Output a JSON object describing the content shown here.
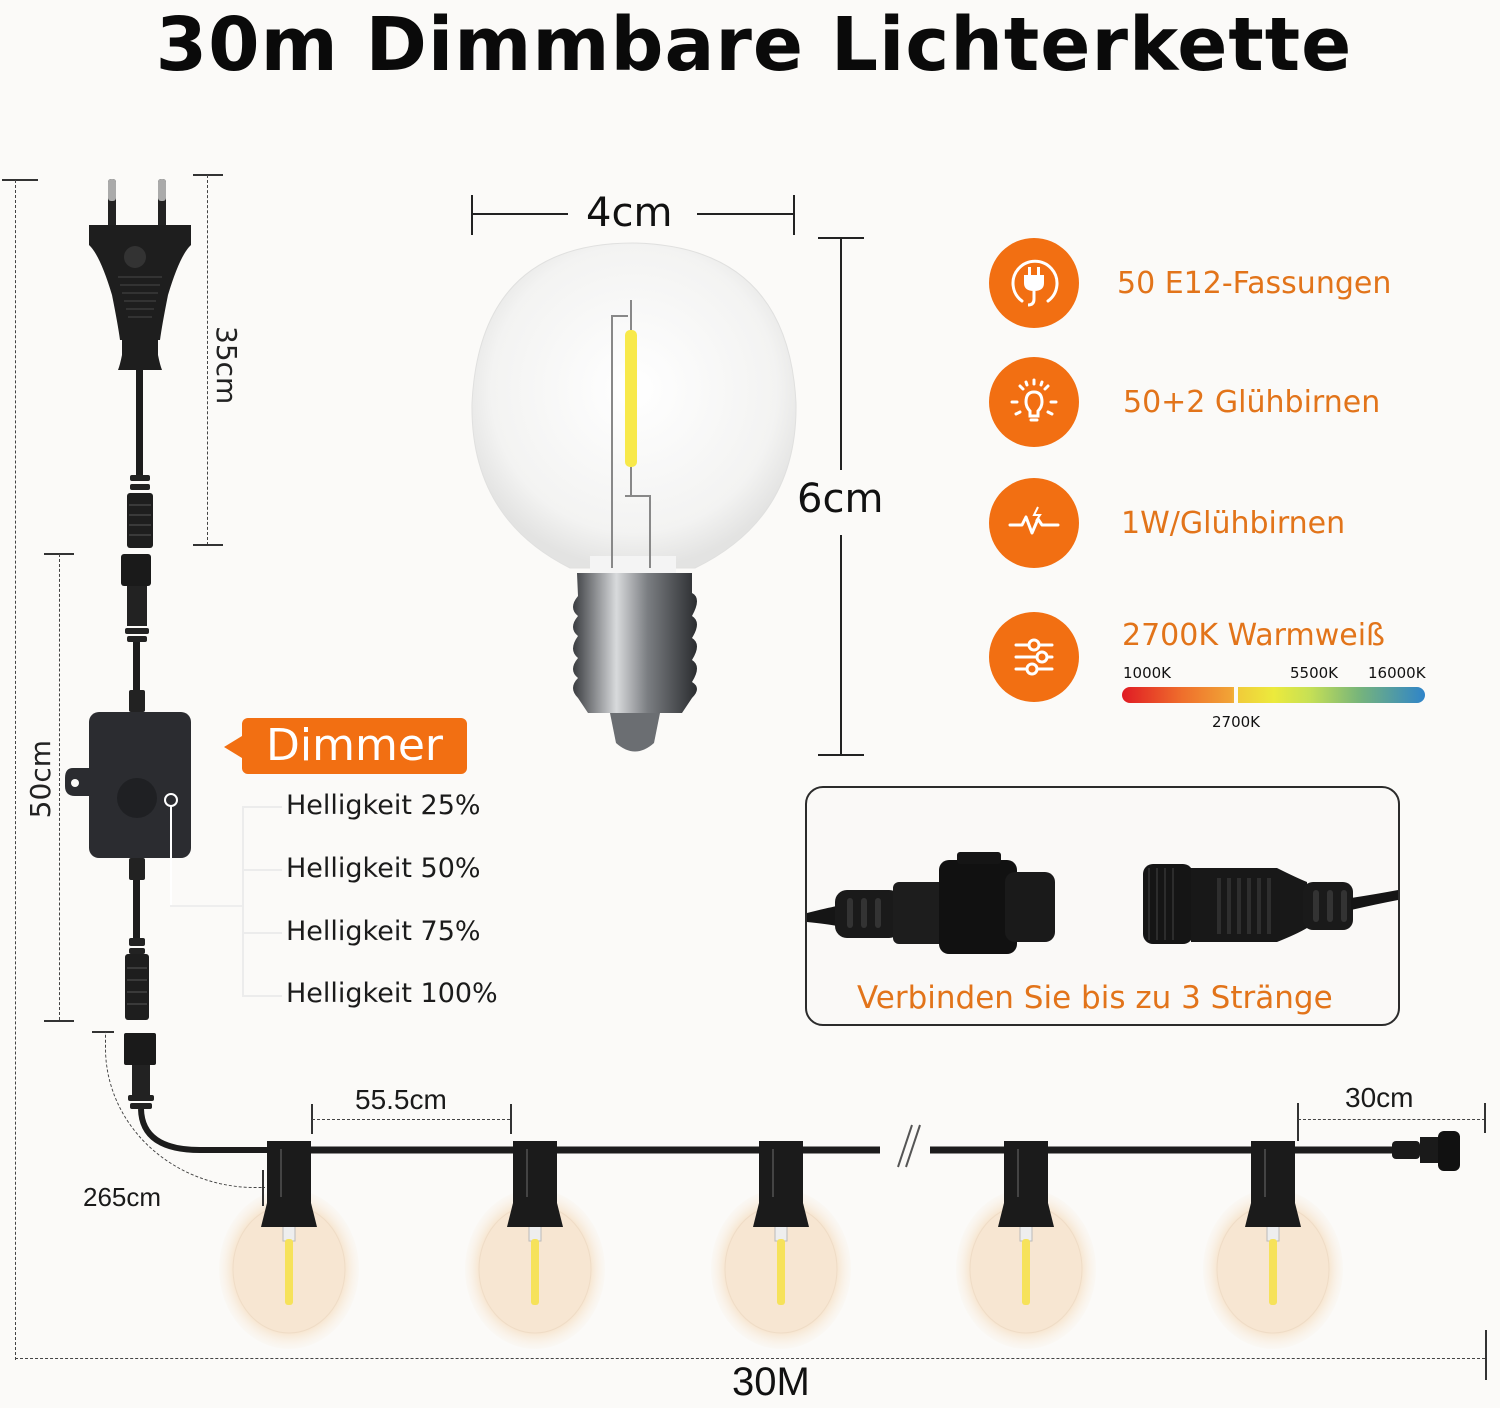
{
  "title": "30m Dimmbare Lichterkette",
  "bulb": {
    "width_label": "4cm",
    "height_label": "6cm"
  },
  "features": [
    {
      "icon": "plug-icon",
      "label": "50 E12-Fassungen"
    },
    {
      "icon": "lightbulb-icon",
      "label": "50+2 Glühbirnen"
    },
    {
      "icon": "power-pulse-icon",
      "label": "1W/Glühbirnen"
    },
    {
      "icon": "sliders-icon",
      "label": "2700K Warmweiß"
    }
  ],
  "color_temperature": {
    "min_label": "1000K",
    "mid_label": "5500K",
    "max_label": "16000K",
    "marker_label": "2700K",
    "gradient_colors": [
      "#e01b24",
      "#f1a436",
      "#ecea3c",
      "#78b57a",
      "#2f84c9"
    ]
  },
  "plug_section": {
    "cable_length_label": "35cm"
  },
  "dimmer_section": {
    "tag_label": "Dimmer",
    "cable_length_label": "50cm",
    "brightness_levels": [
      "Helligkeit 25%",
      "Helligkeit 50%",
      "Helligkeit 75%",
      "Helligkeit 100%"
    ]
  },
  "connector_panel": {
    "caption": "Verbinden Sie bis zu 3 Stränge"
  },
  "string": {
    "lead_length_label": "265cm",
    "spacing_label": "55.5cm",
    "end_length_label": "30cm",
    "total_length_label": "30M",
    "bulb_count_shown": 5
  },
  "colors": {
    "accent": "#f26f12",
    "accent_text": "#e2741a",
    "background": "#fbfaf8",
    "cable": "#1c1c1c"
  }
}
